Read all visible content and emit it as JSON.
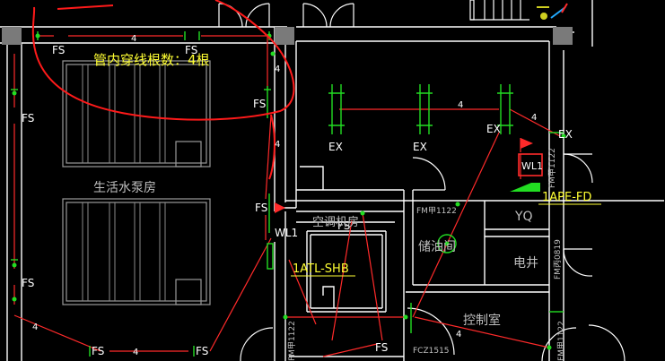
{
  "annotation": {
    "callout": "管内穿线根数：4根"
  },
  "rooms": {
    "pump_room": "生活水泵房",
    "ac_room": "空调机房",
    "oil_room": "储油间",
    "yq": "YQ",
    "elec_shaft": "电井",
    "control_room": "控制室"
  },
  "labels": {
    "fs": "FS",
    "ex": "EX",
    "wire_count": "4",
    "wl1": "WL1",
    "panel_atl": "1ATL-SHB",
    "panel_ape": "1APE-FD",
    "door_fm1122": "FM甲1122",
    "door_fm0819": "FM丙0819",
    "door_fcz1515": "FCZ1515"
  },
  "colors": {
    "background": "#000000",
    "wall": "#ffffff",
    "cable": "#ff2a2a",
    "annotation": "#ffff33",
    "equipment": "#22dd22",
    "callout_circle": "#ff1a1a"
  }
}
